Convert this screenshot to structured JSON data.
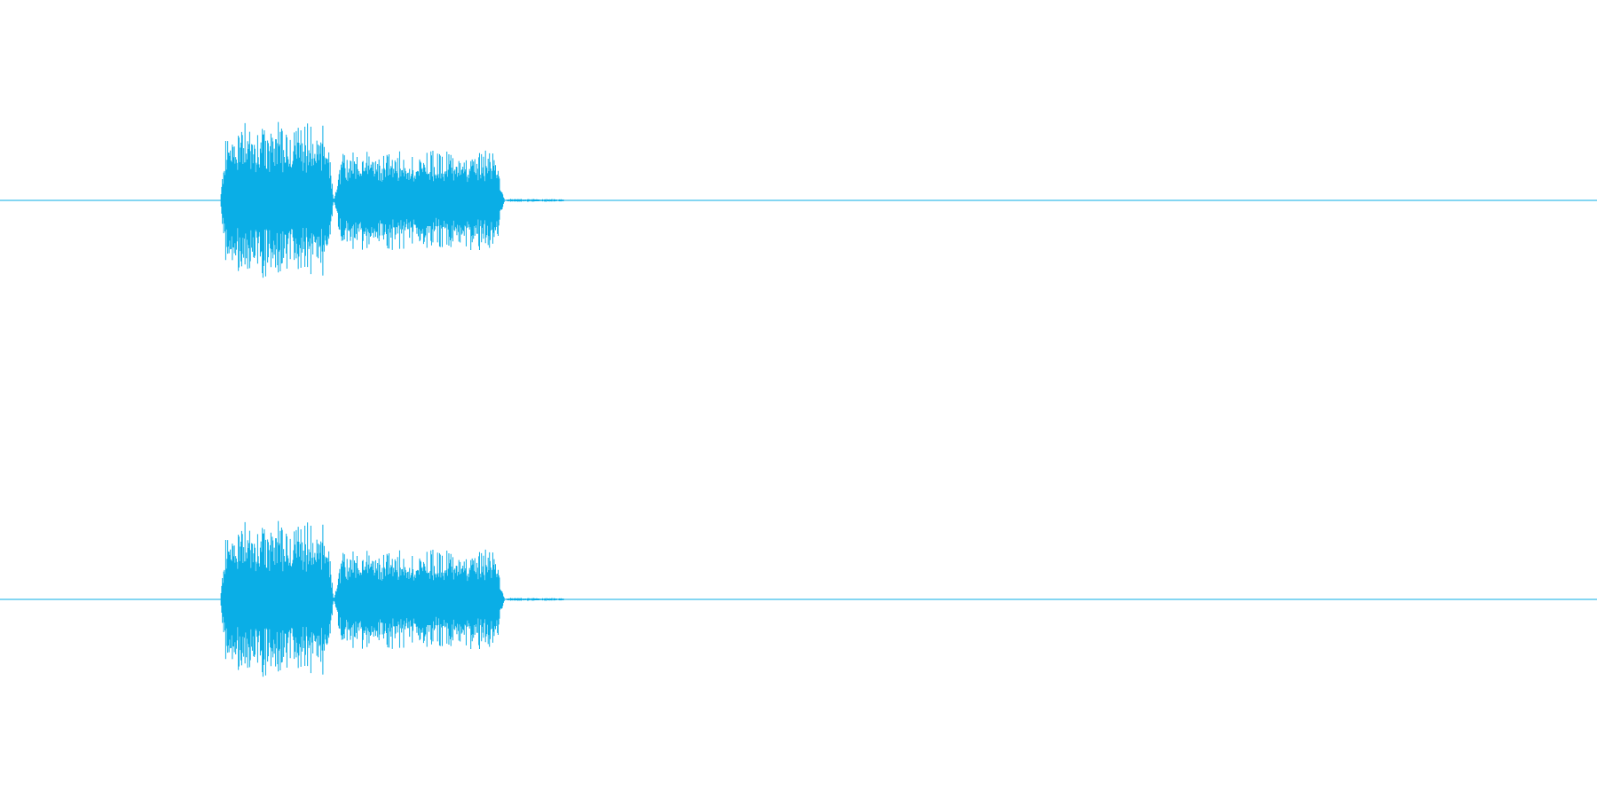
{
  "chart_data": {
    "type": "line",
    "title": "",
    "xlabel": "",
    "ylabel": "",
    "grid": false,
    "legend": "none",
    "color": "#0aaee6",
    "background": "#ffffff",
    "channels": [
      {
        "segments": [
          {
            "t0": 0.138,
            "t1": 0.209,
            "peak": 0.54
          },
          {
            "t0": 0.209,
            "t1": 0.316,
            "peak": 0.34
          },
          {
            "t0": 0.316,
            "t1": 0.354,
            "peak": 0.01
          }
        ],
        "ylim": [
          -1,
          1
        ]
      },
      {
        "segments": [
          {
            "t0": 0.138,
            "t1": 0.209,
            "peak": 0.54
          },
          {
            "t0": 0.209,
            "t1": 0.316,
            "peak": 0.34
          },
          {
            "t0": 0.316,
            "t1": 0.354,
            "peak": 0.01
          }
        ],
        "ylim": [
          -1,
          1
        ]
      }
    ],
    "xlim": [
      0,
      1
    ]
  }
}
